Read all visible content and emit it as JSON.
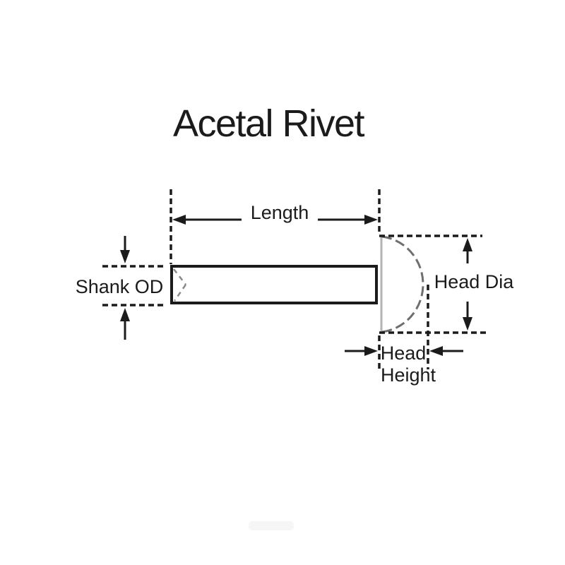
{
  "title": "Acetal Rivet",
  "diagram": {
    "labels": {
      "length": "Length",
      "shank_od": "Shank OD",
      "head_dia": "Head Dia",
      "head_height_line1": "Head",
      "head_height_line2": "Height"
    },
    "colors": {
      "line": "#1b1b1b",
      "head_outline": "#6f6f6f",
      "hidden_line": "#8a8a8a",
      "background": "#ffffff"
    }
  }
}
